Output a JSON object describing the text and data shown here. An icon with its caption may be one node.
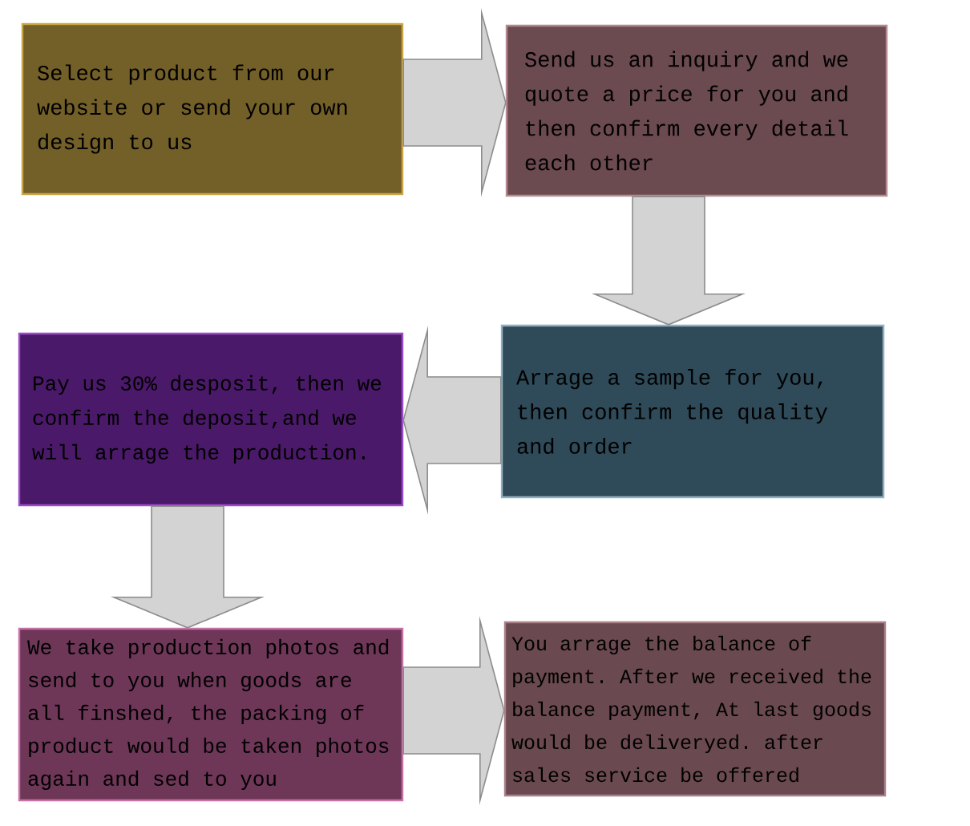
{
  "diagram": {
    "nodes": [
      {
        "text": [
          "Select product from our website or send your own design to us"
        ]
      },
      {
        "text": [
          "Send us an inquiry and we quote a price for you and then confirm every detail each other"
        ]
      },
      {
        "text": [
          "Arrage a sample for you, then confirm the quality and order"
        ]
      },
      {
        "text": [
          "Pay us 30% desposit, then we confirm the deposit,and we will arrage the production."
        ]
      },
      {
        "text": [
          "We take production photos and send to you when goods are all finshed, the packing of product would be taken photos again and sed to you"
        ]
      },
      {
        "text": [
          "You arrage the balance of payment. After we received the balance payment, At last goods would be deliveryed. after sales service be offered"
        ]
      }
    ],
    "edges": [
      {
        "from": 0,
        "to": 1,
        "arrow": "to"
      },
      {
        "from": 1,
        "to": 2,
        "arrow": "to"
      },
      {
        "from": 2,
        "to": 3,
        "arrow": "to"
      },
      {
        "from": 3,
        "to": 4,
        "arrow": "to"
      },
      {
        "from": 4,
        "to": 5,
        "arrow": "to"
      }
    ]
  }
}
